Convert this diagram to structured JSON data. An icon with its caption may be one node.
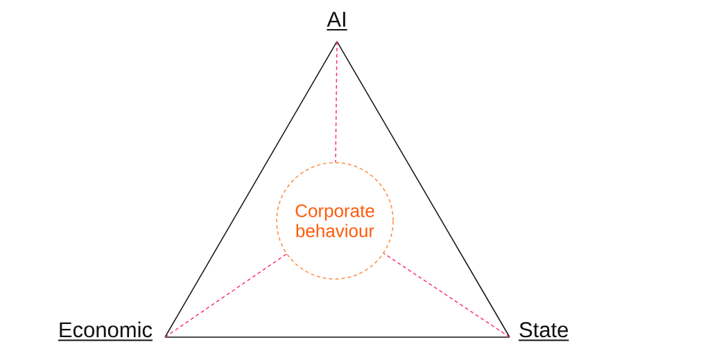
{
  "diagram": {
    "nodes": [
      {
        "text": [
          "AI"
        ]
      },
      {
        "text": [
          "Economic"
        ]
      },
      {
        "text": [
          "State"
        ]
      },
      {
        "text": [
          "Corporate behaviour"
        ]
      }
    ],
    "edges": [
      {
        "from": 0,
        "to": 1,
        "arrow": "none"
      },
      {
        "from": 0,
        "to": 2,
        "arrow": "none"
      },
      {
        "from": 1,
        "to": 2,
        "arrow": "none"
      },
      {
        "from": 0,
        "to": 3,
        "arrow": "none",
        "style": "dashed",
        "color": "#ff2d75"
      },
      {
        "from": 1,
        "to": 3,
        "arrow": "none",
        "style": "dashed",
        "color": "#ff2d75"
      },
      {
        "from": 2,
        "to": 3,
        "arrow": "none",
        "style": "dashed",
        "color": "#ff2d75"
      }
    ]
  }
}
